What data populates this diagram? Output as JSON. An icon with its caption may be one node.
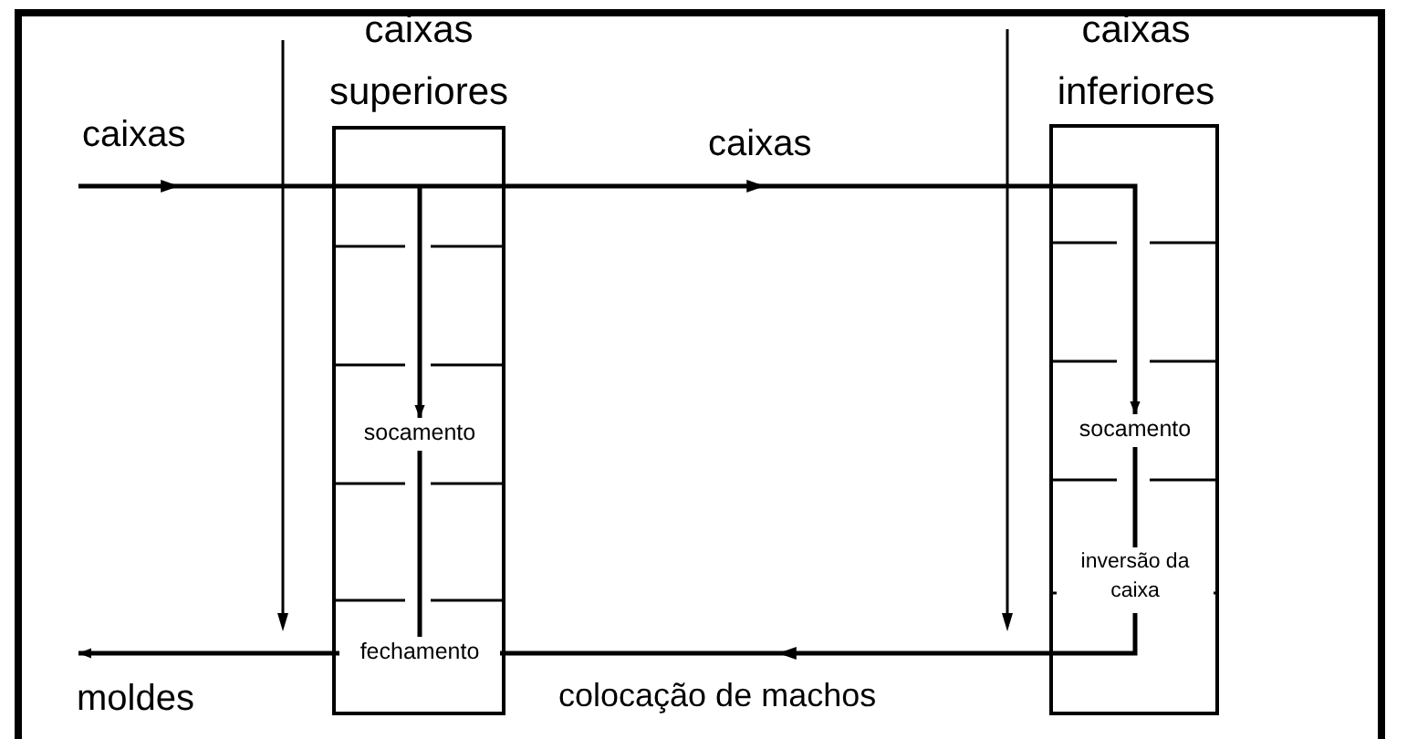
{
  "diagram": {
    "nodes": [
      {
        "text": [
          "caixas superiores"
        ]
      },
      {
        "text": [
          "socamento"
        ],
        "in": 0
      },
      {
        "text": [
          "fechamento"
        ],
        "in": 0
      },
      {
        "text": [
          "caixas inferiores"
        ]
      },
      {
        "text": [
          "socamento"
        ],
        "in": 3
      },
      {
        "text": [
          "inversão da caixa"
        ],
        "in": 3
      }
    ],
    "edges": [
      {
        "from": null,
        "to": 4,
        "arrow": "to"
      },
      {
        "from": null,
        "to": 1,
        "arrow": "to"
      },
      {
        "from": 1,
        "to": 2,
        "arrow": "none"
      },
      {
        "from": 4,
        "to": 5,
        "arrow": "none"
      },
      {
        "from": 5,
        "to": 2,
        "arrow": "to",
        "label": "colocação de machos"
      },
      {
        "from": 2,
        "to": null,
        "arrow": "to",
        "label": "moldes"
      }
    ],
    "labels": [
      "caixas",
      "caixas"
    ]
  }
}
